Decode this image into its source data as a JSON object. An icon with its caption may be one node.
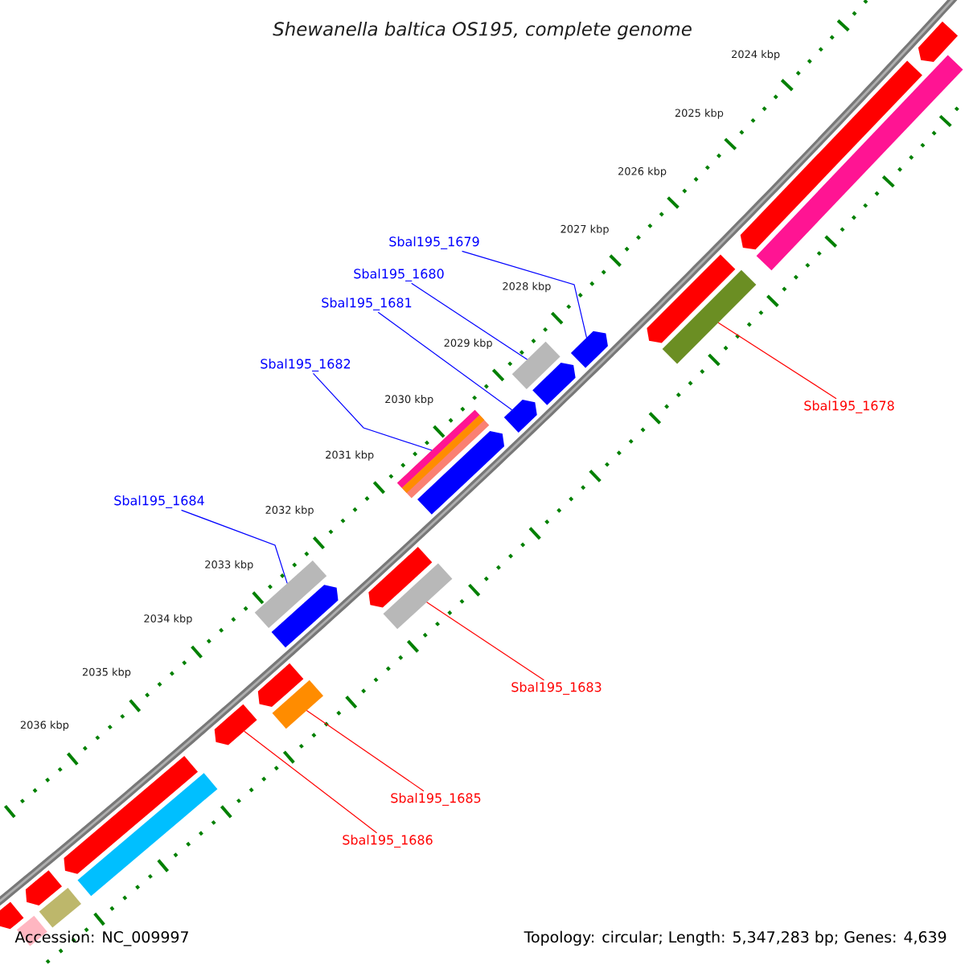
{
  "diagram": {
    "title": "Shewanella baltica OS195, complete genome",
    "nodes": [
      {
        "text": [
          "Sbal195_1679"
        ]
      },
      {
        "text": [
          "Sbal195_1680"
        ]
      },
      {
        "text": [
          "Sbal195_1681"
        ]
      },
      {
        "text": [
          "Sbal195_1682"
        ]
      },
      {
        "text": [
          "Sbal195_1684"
        ]
      },
      {
        "text": [
          "Sbal195_1678"
        ]
      },
      {
        "text": [
          "Sbal195_1683"
        ]
      },
      {
        "text": [
          "Sbal195_1685"
        ]
      },
      {
        "text": [
          "Sbal195_1686"
        ]
      },
      {
        "text": [],
        "shape": "pentagon"
      },
      {
        "text": [],
        "shape": "pentagon"
      },
      {
        "text": [],
        "shape": "bar"
      },
      {
        "text": [],
        "shape": "pentagon"
      },
      {
        "text": [],
        "shape": "bar"
      },
      {
        "text": [],
        "shape": "pentagon"
      },
      {
        "text": [],
        "shape": "bar"
      },
      {
        "text": [],
        "shape": "pentagon"
      },
      {
        "text": [],
        "shape": "pentagon"
      },
      {
        "text": [],
        "shape": "bar"
      },
      {
        "text": [],
        "shape": "pentagon"
      },
      {
        "text": [],
        "shape": "pentagon"
      },
      {
        "text": [],
        "shape": "bar"
      },
      {
        "text": [],
        "shape": "bar"
      },
      {
        "text": [],
        "shape": "pentagon"
      },
      {
        "text": [],
        "shape": "pentagon"
      },
      {
        "text": [],
        "shape": "bar"
      },
      {
        "text": [],
        "shape": "pentagon"
      },
      {
        "text": [],
        "shape": "pentagon"
      },
      {
        "text": [],
        "shape": "bar"
      },
      {
        "text": [],
        "shape": "pentagon"
      },
      {
        "text": [],
        "shape": "bar"
      },
      {
        "text": [],
        "shape": "pentagon"
      },
      {
        "text": [],
        "shape": "bar"
      }
    ],
    "edges": [
      {
        "from": 0,
        "to": 14,
        "arrow": "none"
      },
      {
        "from": 1,
        "to": 15,
        "arrow": "none"
      },
      {
        "from": 2,
        "to": 17,
        "arrow": "none"
      },
      {
        "from": 3,
        "to": 18,
        "arrow": "none"
      },
      {
        "from": 4,
        "to": 22,
        "arrow": "none"
      },
      {
        "from": 5,
        "to": 13,
        "arrow": "none",
        "color": "#ff0000"
      },
      {
        "from": 6,
        "to": 21,
        "arrow": "none",
        "color": "#ff0000"
      },
      {
        "from": 7,
        "to": 25,
        "arrow": "none",
        "color": "#ff0000"
      },
      {
        "from": 8,
        "to": 26,
        "arrow": "none",
        "color": "#ff0000"
      }
    ],
    "labels": [
      "2024 kbp",
      "2025 kbp",
      "2026 kbp",
      "2027 kbp",
      "2028 kbp",
      "2029 kbp",
      "2030 kbp",
      "2031 kbp",
      "2032 kbp",
      "2033 kbp",
      "2034 kbp",
      "2035 kbp",
      "2036 kbp",
      "Accession: NC_009997",
      "Topology: circular; Length: 5,347,283 bp; Genes: 4,639"
    ]
  }
}
